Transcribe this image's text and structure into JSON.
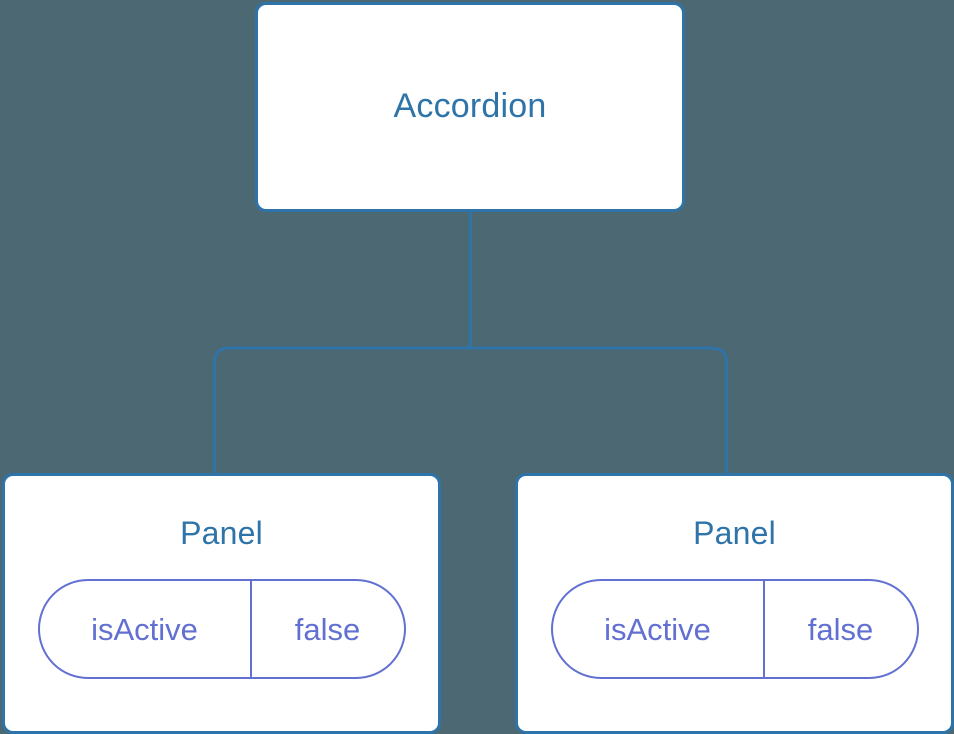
{
  "diagram": {
    "type": "component-tree",
    "background_color": "#4c6873",
    "node_border_color": "#2e74a8",
    "node_text_color": "#2e74a8",
    "prop_color": "#6270d2",
    "edge_color": "#2e74a8"
  },
  "root": {
    "label": "Accordion"
  },
  "children": [
    {
      "label": "Panel",
      "props": [
        {
          "key": "isActive",
          "value": "false"
        }
      ]
    },
    {
      "label": "Panel",
      "props": [
        {
          "key": "isActive",
          "value": "false"
        }
      ]
    }
  ]
}
